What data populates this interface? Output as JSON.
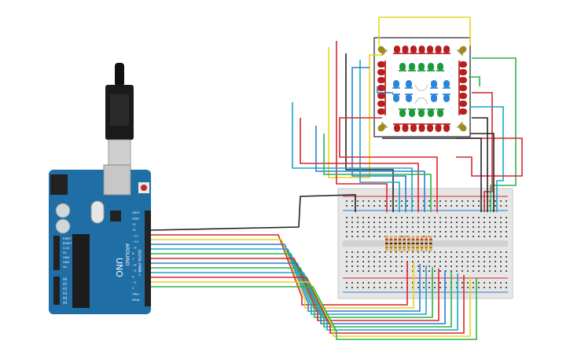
{
  "board": {
    "brand": "ARDUINO",
    "model": "UNO",
    "digital_label": "DIGITAL (PWM~)",
    "power_pins": [
      "IOREF",
      "RESET",
      "3.3V",
      "5V",
      "GND",
      "GND",
      "Vin"
    ],
    "analog_pins": [
      "A0",
      "A1",
      "A2",
      "A3",
      "A4",
      "A5"
    ],
    "top_pins": [
      "AREF",
      "GND",
      "13",
      "12",
      "~11",
      "~10",
      "~9",
      "8",
      "7",
      "~6",
      "~5",
      "4",
      "~3",
      "2",
      "TX▸1",
      "RX◂0"
    ]
  },
  "colors": {
    "board": "#1f6fa6",
    "breadboard": "#e6e6e6",
    "red": "#d6262d",
    "yellow": "#e8d41c",
    "blue": "#2a7fd4",
    "green": "#2bb24c",
    "cyan": "#1aa6c9",
    "black": "#222222",
    "led_red": "#b81f1f",
    "led_green": "#1e9a3a",
    "led_blue": "#2b86d8",
    "led_olive": "#9c8a1e"
  }
}
